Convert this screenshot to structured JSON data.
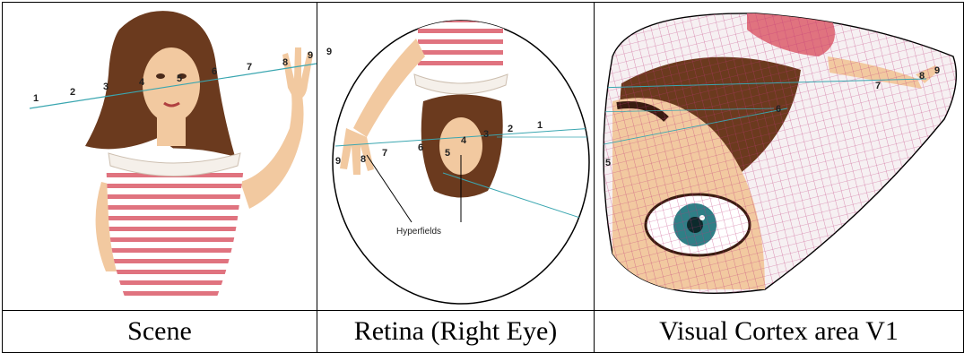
{
  "panels": [
    {
      "caption": "Scene",
      "numbers": [
        "1",
        "2",
        "3",
        "4",
        "5",
        "6",
        "7",
        "8",
        "9"
      ]
    },
    {
      "caption": "Retina (Right Eye)",
      "numbers": [
        "1",
        "2",
        "3",
        "4",
        "5",
        "6",
        "7",
        "8",
        "9",
        "9"
      ],
      "callout": "Hyperfields"
    },
    {
      "caption": "Visual Cortex area V1",
      "numbers": [
        "5",
        "6",
        "7",
        "8",
        "9"
      ]
    }
  ],
  "colors": {
    "hair": "#6b3a1e",
    "skin": "#f2c9a0",
    "stripe": "#e0737f",
    "ruffle": "#f5f0ea",
    "grid": "#c0357a",
    "ray": "#3aa6b0",
    "eye": "#2f7f86"
  }
}
